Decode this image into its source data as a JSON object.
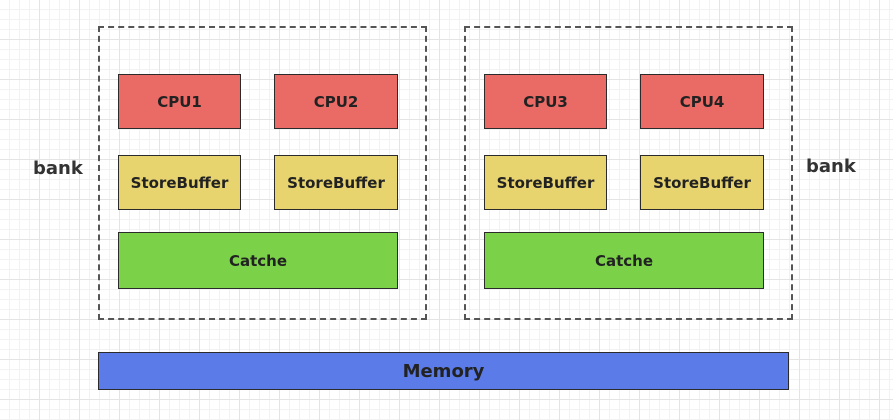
{
  "left_bank": {
    "label": "bank",
    "cpus": [
      "CPU1",
      "CPU2"
    ],
    "store_buffers": [
      "StoreBuffer",
      "StoreBuffer"
    ],
    "cache": "Catche"
  },
  "right_bank": {
    "label": "bank",
    "cpus": [
      "CPU3",
      "CPU4"
    ],
    "store_buffers": [
      "StoreBuffer",
      "StoreBuffer"
    ],
    "cache": "Catche"
  },
  "memory": {
    "label": "Memory"
  },
  "colors": {
    "cpu": "#ea6b66",
    "store_buffer": "#e8d46f",
    "cache": "#7bd148",
    "memory": "#5b7be8",
    "group_border": "#555555"
  }
}
